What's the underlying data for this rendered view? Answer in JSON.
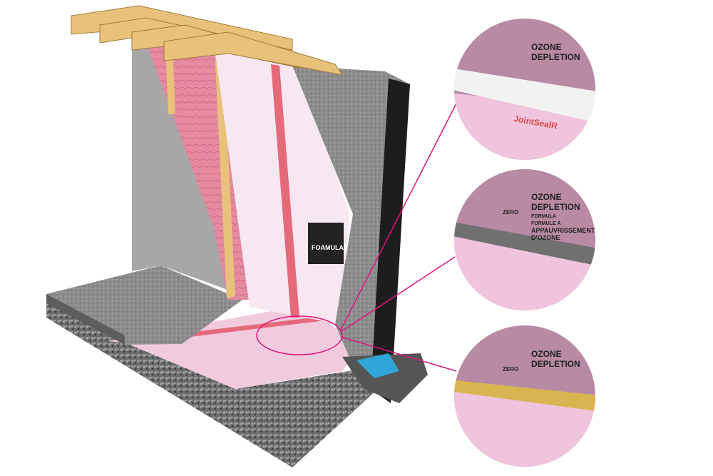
{
  "illustration": {
    "product_logo": "FOAMULAR",
    "tape_logo": "JointSealR",
    "board_print": {
      "line1": "OZONE",
      "line2": "DEPLETION",
      "line3": "FORMULA",
      "badge": "ZERO",
      "french_line1": "FORMULE À",
      "french_line2": "APPAUVRISSEMENT",
      "french_line3": "D'OZONE"
    },
    "details": [
      {
        "name": "tape-seal"
      },
      {
        "name": "gray-sealant-bead"
      },
      {
        "name": "yellow-foam-bead"
      }
    ],
    "colors": {
      "callout": "#e0147f",
      "foam": "#f2c6dc",
      "insulation": "#e7889f",
      "concrete": "#8a8a8a",
      "wood": "#e8c27a"
    }
  }
}
